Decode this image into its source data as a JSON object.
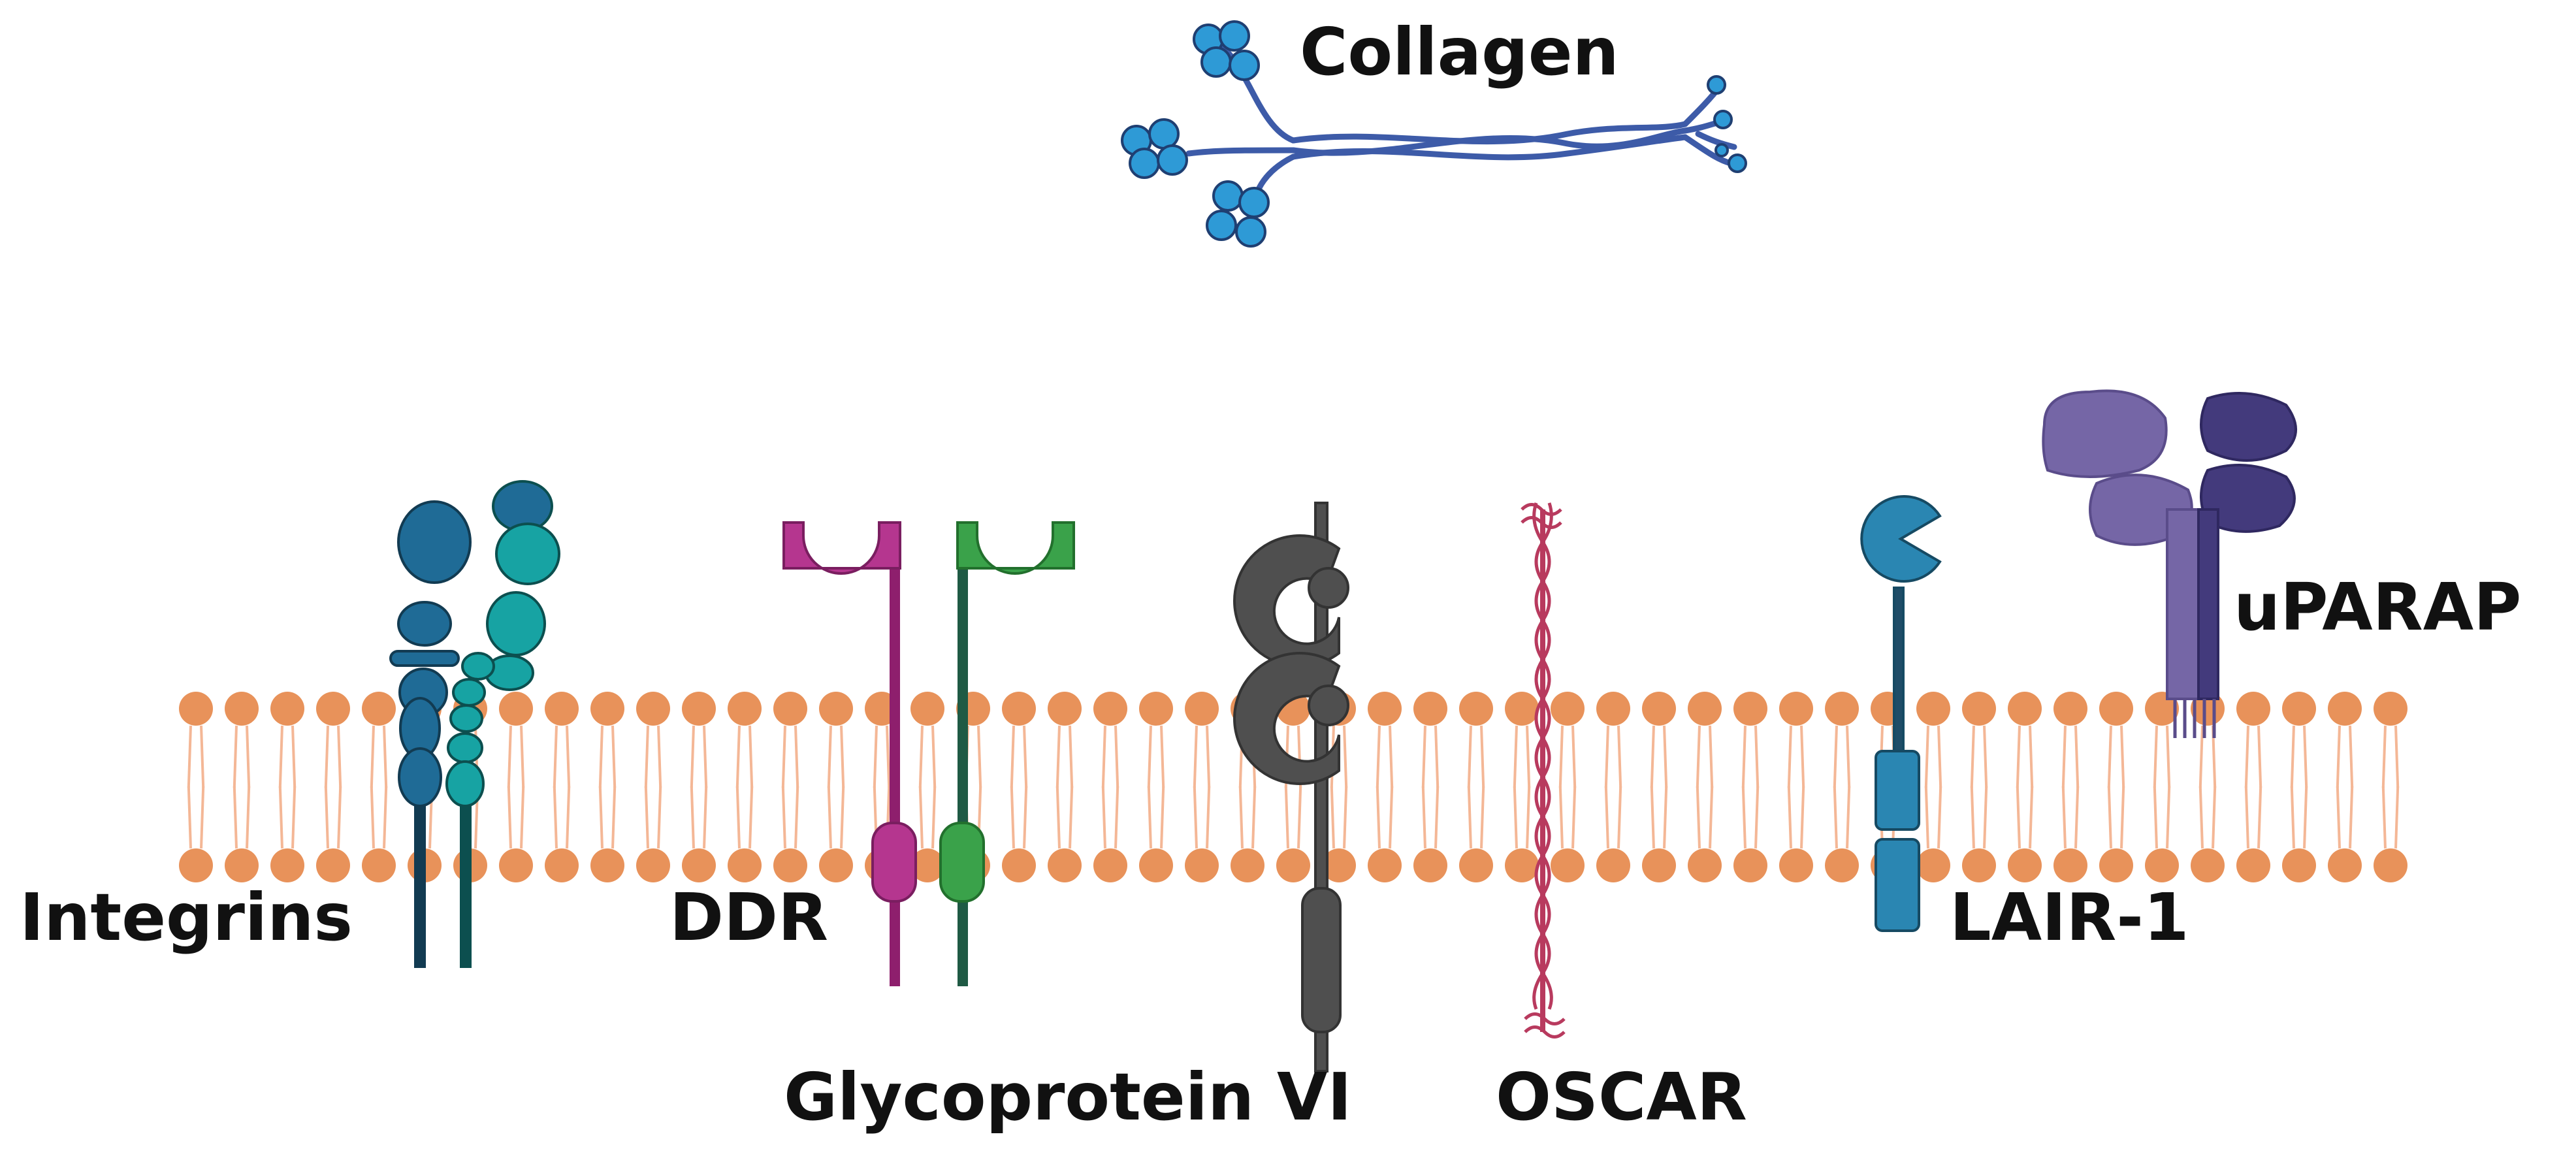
{
  "labels": {
    "collagen": "Collagen",
    "integrins": "Integrins",
    "ddr": "DDR",
    "glycoprotein_vi": "Glycoprotein VI",
    "oscar": "OSCAR",
    "lair1": "LAIR-1",
    "uparap": "uPARAP"
  },
  "colors": {
    "membrane_head": "#E8925A",
    "membrane_tail": "#F4B796",
    "collagen": "#3D5BA8",
    "collagen_globule": "#2E9AD6",
    "integrin_alpha": "#1F6B96",
    "integrin_beta": "#17A3A3",
    "ddr_magenta": "#B5368F",
    "ddr_green": "#3AA24A",
    "gpvi": "#4F4F4F",
    "oscar": "#B83A5E",
    "lair1": "#2A86B2",
    "uparap_light": "#7566A6",
    "uparap_dark": "#433A7C"
  }
}
